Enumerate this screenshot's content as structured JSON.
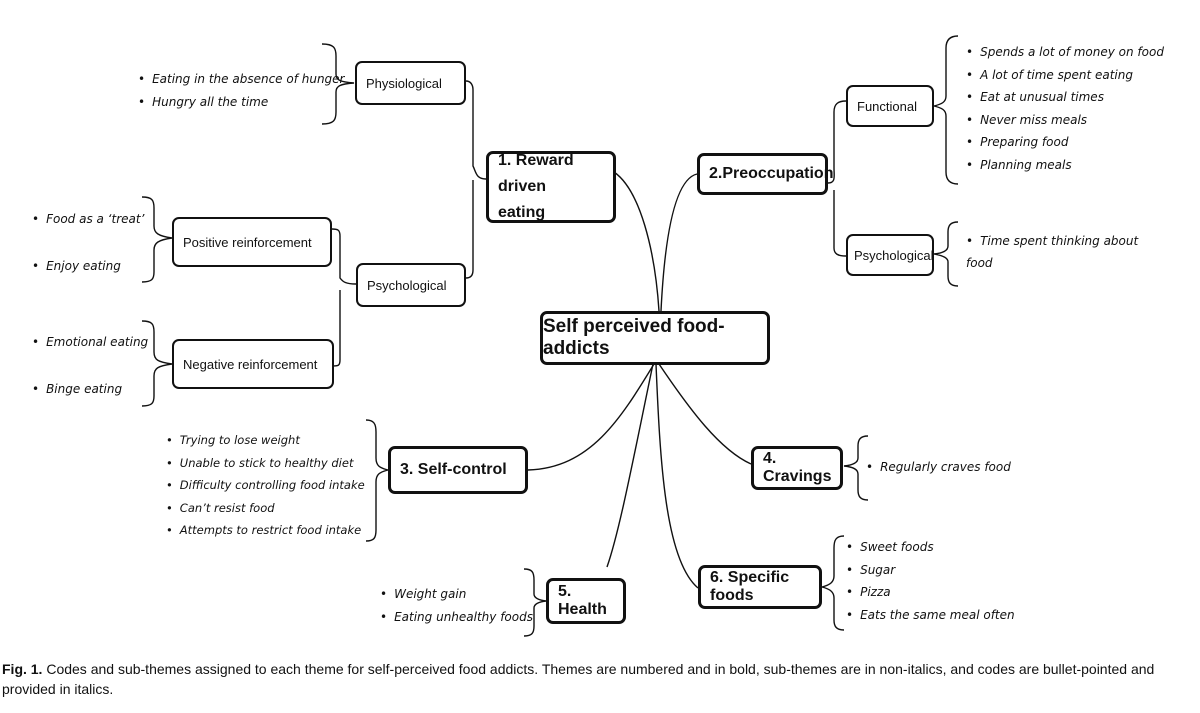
{
  "center_label": "Self perceived food-addicts",
  "themes": {
    "reward": {
      "label": "1. Reward driven\neating",
      "physiological": {
        "label": "Physiological",
        "codes": [
          "Eating in the absence of hunger",
          "Hungry all the time"
        ]
      },
      "psychological": {
        "label": "Psychological",
        "positive": {
          "label": "Positive reinforcement",
          "codes": [
            "Food as a ‘treat’",
            "Enjoy eating"
          ]
        },
        "negative": {
          "label": "Negative reinforcement",
          "codes": [
            "Emotional eating",
            "Binge eating"
          ]
        }
      }
    },
    "preoccupation": {
      "label": "2.Preoccupation",
      "functional": {
        "label": "Functional",
        "codes": [
          "Spends a lot of money on food",
          "A lot of time spent eating",
          "Eat at unusual times",
          "Never miss meals",
          "Preparing food",
          "Planning meals"
        ]
      },
      "psychological": {
        "label": "Psychological",
        "codes": [
          "Time spent thinking about\nfood"
        ]
      }
    },
    "self_control": {
      "label": "3. Self-control",
      "codes": [
        "Trying to lose weight",
        "Unable to stick to healthy diet",
        "Difficulty controlling food intake",
        "Can’t resist food",
        "Attempts to restrict food intake"
      ]
    },
    "cravings": {
      "label": "4. Cravings",
      "codes": [
        "Regularly craves food"
      ]
    },
    "health": {
      "label": "5. Health",
      "codes": [
        "Weight gain",
        "Eating unhealthy foods"
      ]
    },
    "specific_foods": {
      "label": "6. Specific foods",
      "codes": [
        "Sweet foods",
        "Sugar",
        "Pizza",
        "Eats the same meal often"
      ]
    }
  },
  "caption": {
    "label": "Fig. 1.",
    "text": " Codes and sub-themes assigned to each theme for self-perceived food addicts. Themes are numbered and in bold, sub-themes are in non-italics, and codes are bullet-pointed and provided in italics."
  }
}
